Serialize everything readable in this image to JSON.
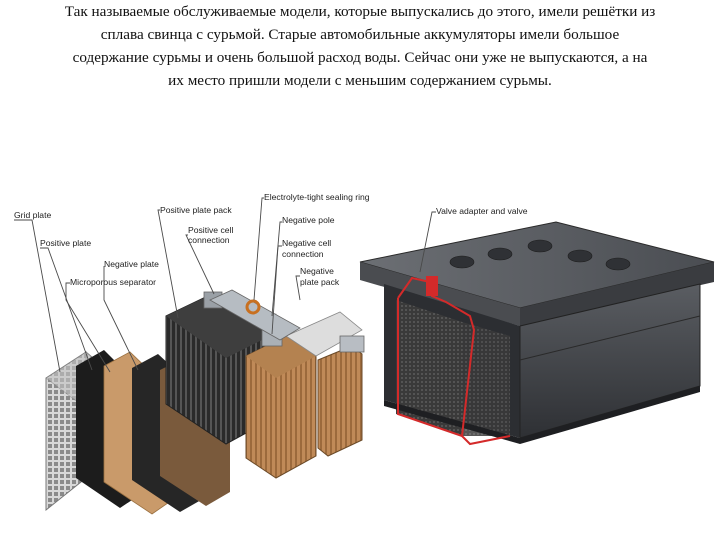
{
  "caption": {
    "line1": "Так называемые обслуживаемые модели, которые выпускались до этого, имели решётки из",
    "line2": "сплава свинца с сурьмой. Старые автомобильные аккумуляторы имели большое",
    "line3": "содержание сурьмы и очень большой расход воды. Сейчас они уже не выпускаются, а на",
    "line4": "их место пришли модели с меньшим содержанием сурьмы."
  },
  "labels": {
    "grid_plate": "Grid plate",
    "positive_plate": "Positive plate",
    "negative_plate": "Negative plate",
    "microporous_separator": "Microporous separator",
    "positive_plate_pack": "Positive plate pack",
    "positive_cell_connection_1": "Positive cell",
    "positive_cell_connection_2": "connection",
    "electrolyte_tight_sealing_ring": "Electrolyte-tight sealing ring",
    "negative_pole": "Negative pole",
    "negative_cell_connection_1": "Negative cell",
    "negative_cell_connection_2": "connection",
    "negative_plate_pack_1": "Negative",
    "negative_plate_pack_2": "plate pack",
    "valve_adapter_and_valve": "Valve adapter and valve"
  },
  "colors": {
    "callout_line": "#4a4a4a",
    "accent_red": "#d42a2a",
    "housing_dark": "#3c3e42",
    "housing_light": "#6a6d72",
    "positive_plate_tan": "#c99a6a",
    "separator_black": "#1a1a1a",
    "grid_grey": "#9a9a9a"
  }
}
